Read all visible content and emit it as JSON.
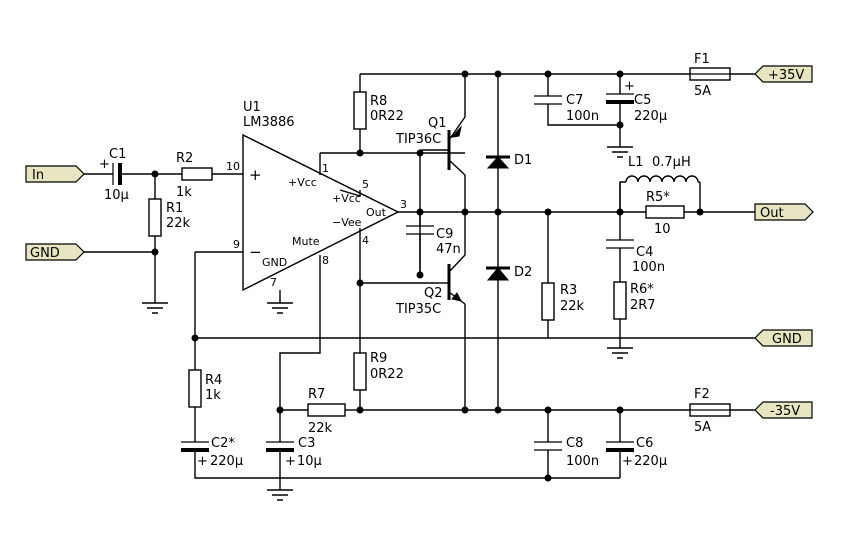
{
  "ports": {
    "in": "In",
    "gnd_left": "GND",
    "out": "Out",
    "gnd_right": "GND",
    "vplus": "+35V",
    "vminus": "-35V"
  },
  "u1": {
    "ref": "U1",
    "part": "LM3886",
    "plus": "+",
    "minus": "−",
    "pin_vcc": "+Vcc",
    "pin_vcc2": "+Vcc",
    "pin_vee": "−Vee",
    "pin_out": "Out",
    "pin_mute": "Mute",
    "pin_gnd": "GND",
    "pins": {
      "p1": "1",
      "p3": "3",
      "p4": "4",
      "p5": "5",
      "p7": "7",
      "p8": "8",
      "p9": "9",
      "p10": "10"
    }
  },
  "components": {
    "c1": {
      "ref": "C1",
      "value": "10µ",
      "polarity": "+"
    },
    "r2": {
      "ref": "R2",
      "value": "1k"
    },
    "r1": {
      "ref": "R1",
      "value": "22k"
    },
    "r8": {
      "ref": "R8",
      "value": "0R22"
    },
    "r9": {
      "ref": "R9",
      "value": "0R22"
    },
    "q1": {
      "ref": "Q1",
      "value": "TIP36C"
    },
    "q2": {
      "ref": "Q2",
      "value": "TIP35C"
    },
    "c9": {
      "ref": "C9",
      "value": "47n"
    },
    "d1": {
      "ref": "D1"
    },
    "d2": {
      "ref": "D2"
    },
    "c7": {
      "ref": "C7",
      "value": "100n"
    },
    "c5": {
      "ref": "C5",
      "value": "220µ",
      "polarity": "+"
    },
    "f1": {
      "ref": "F1",
      "value": "5A"
    },
    "f2": {
      "ref": "F2",
      "value": "5A"
    },
    "l1": {
      "ref": "L1",
      "value": "0.7µH"
    },
    "r5": {
      "ref": "R5*",
      "value": "10"
    },
    "c4": {
      "ref": "C4",
      "value": "100n"
    },
    "r6": {
      "ref": "R6*",
      "value": "2R7"
    },
    "r3": {
      "ref": "R3",
      "value": "22k"
    },
    "r4": {
      "ref": "R4",
      "value": "1k"
    },
    "c2": {
      "ref": "C2*",
      "value": "220µ",
      "polarity": "+"
    },
    "r7": {
      "ref": "R7",
      "value": "22k"
    },
    "c3": {
      "ref": "C3",
      "value": "10µ",
      "polarity": "+"
    },
    "c8": {
      "ref": "C8",
      "value": "100n"
    },
    "c6": {
      "ref": "C6",
      "value": "220µ",
      "polarity": "+"
    }
  },
  "colors": {
    "wire": "#000000",
    "port_fill": "#e8e6c0",
    "background": "#ffffff"
  }
}
